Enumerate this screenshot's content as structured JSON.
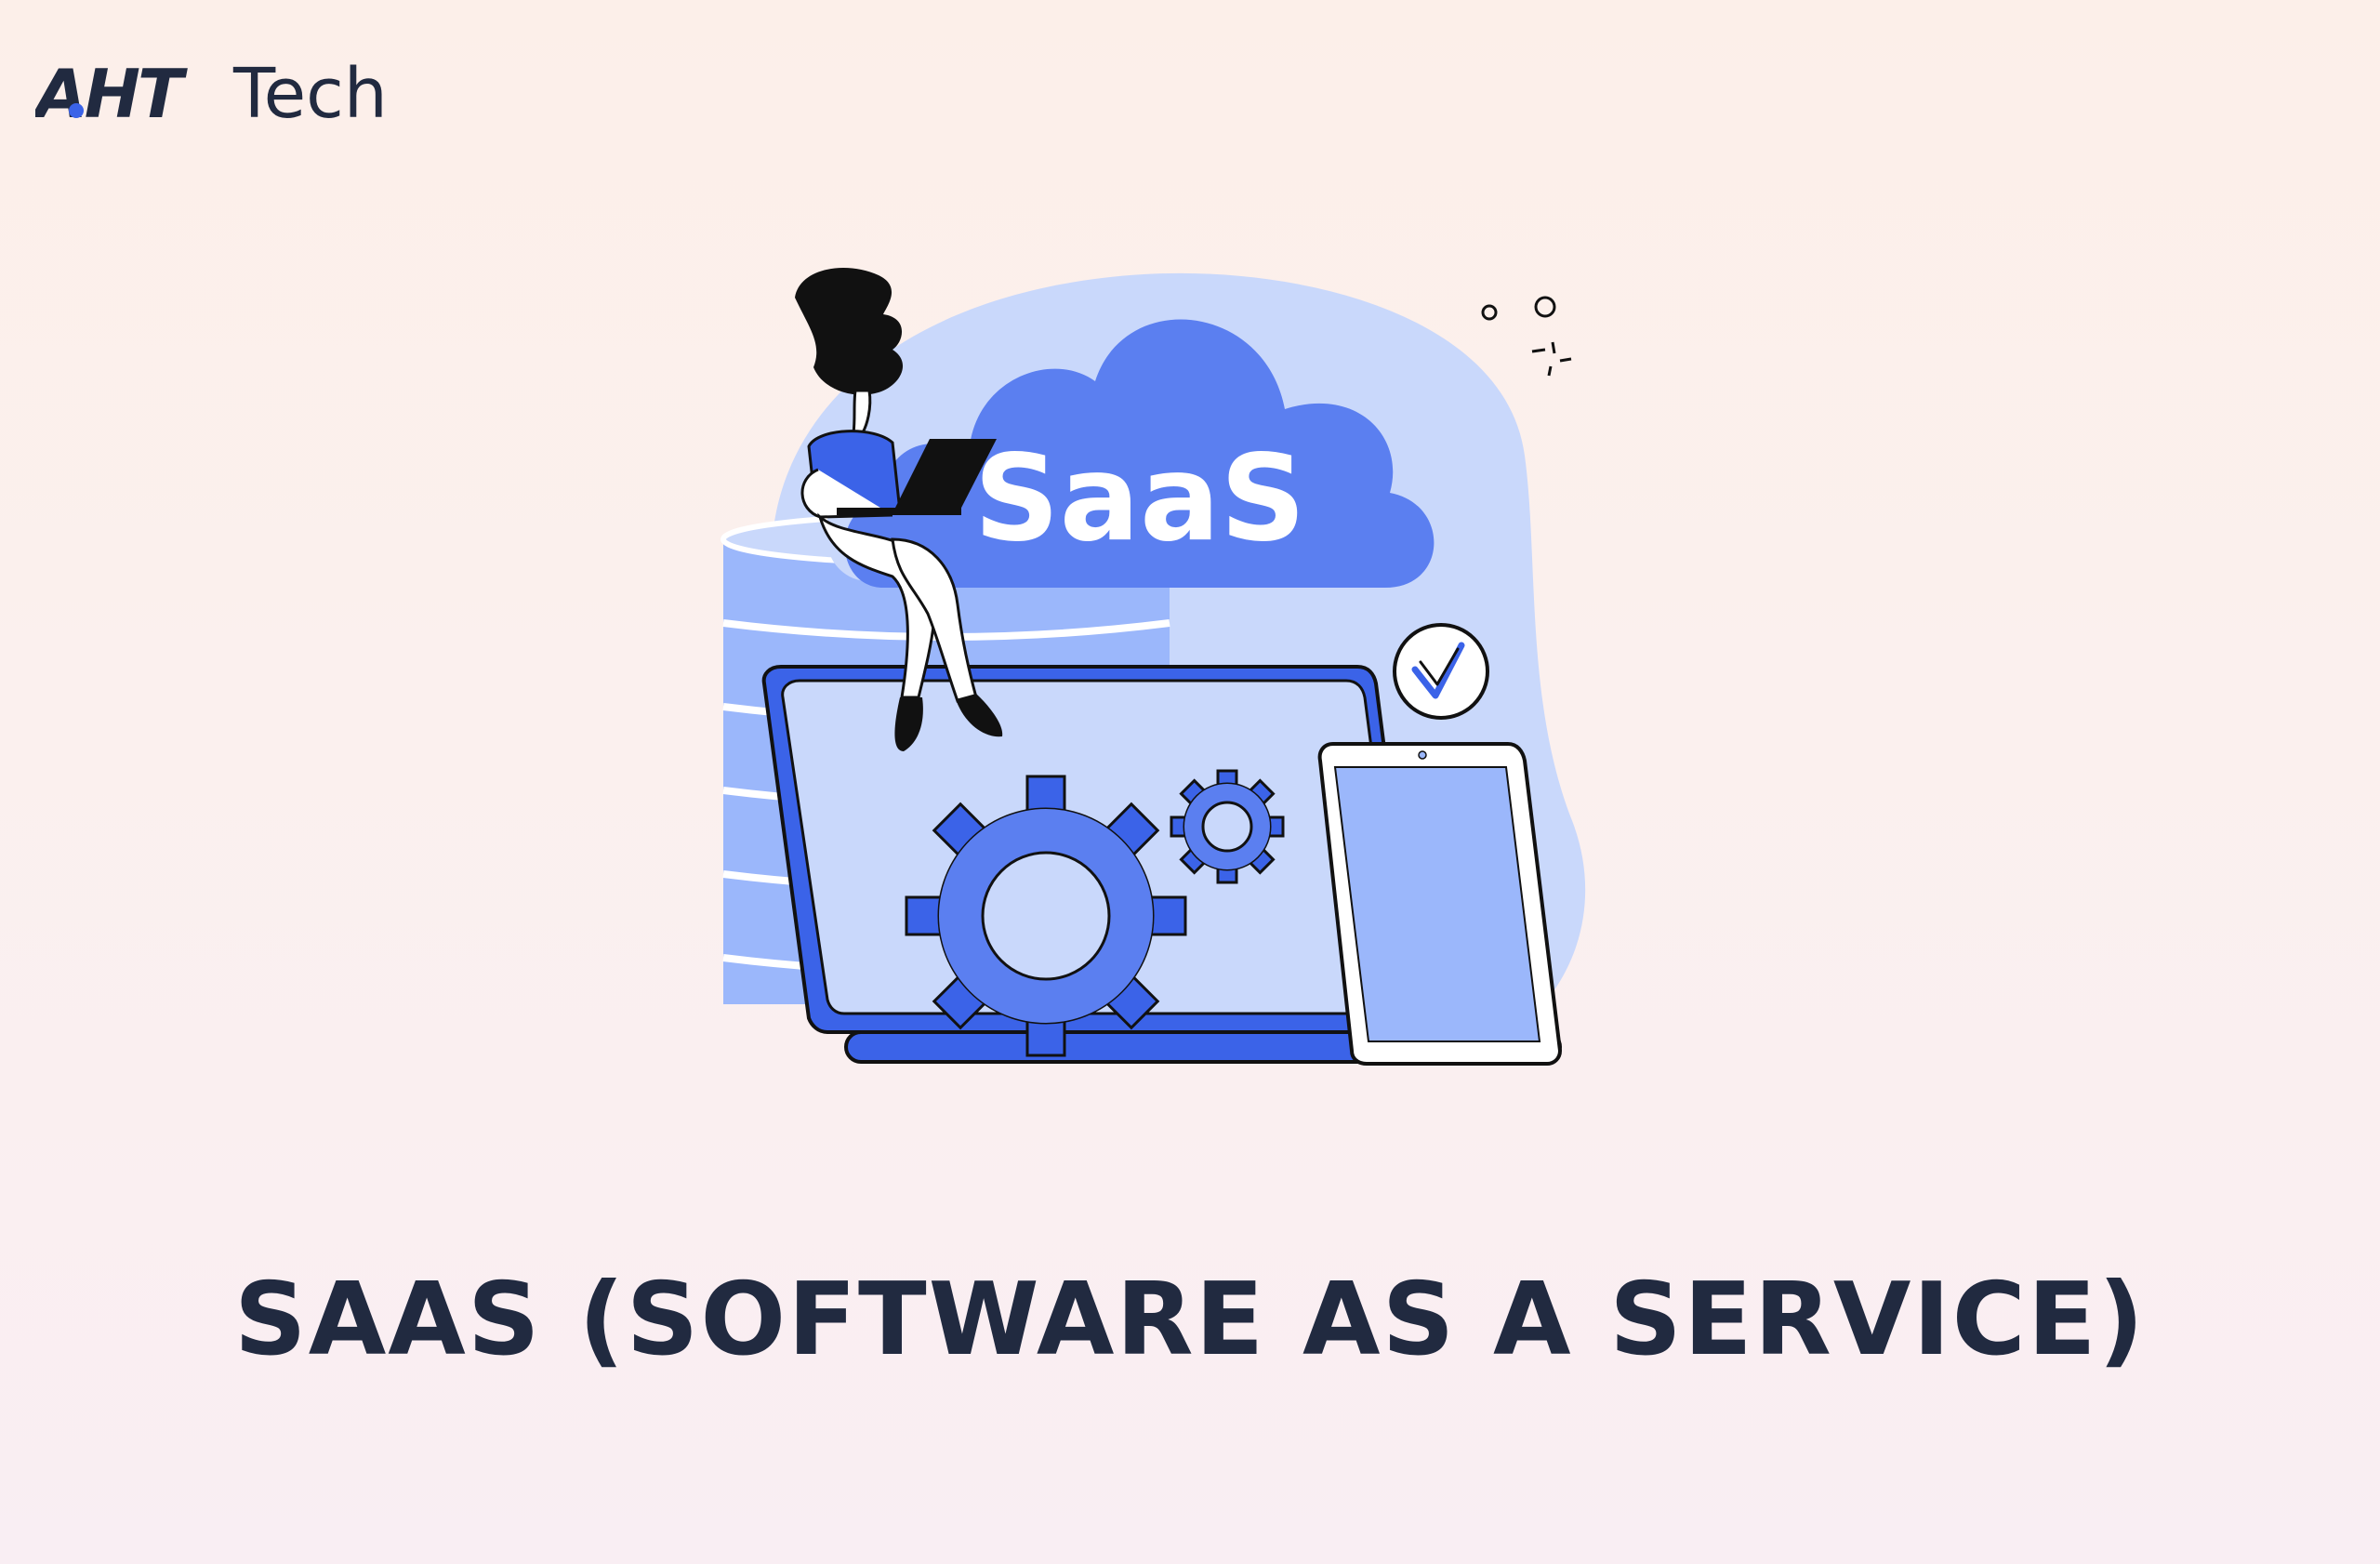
{
  "brand": {
    "logo_mark_text": "AHT",
    "name_text": "Tech"
  },
  "illustration": {
    "cloud_label": "SaaS"
  },
  "headline": "SAAS (SOFTWARE AS A SERVICE)",
  "colors": {
    "navy": "#212a40",
    "brand_blue": "#3b63e8",
    "cloud_blue": "#5b7ff0",
    "light_blue": "#c9d8fb",
    "mid_blue": "#9bb7fb",
    "outline": "#111111",
    "background": "#fcefe9"
  }
}
